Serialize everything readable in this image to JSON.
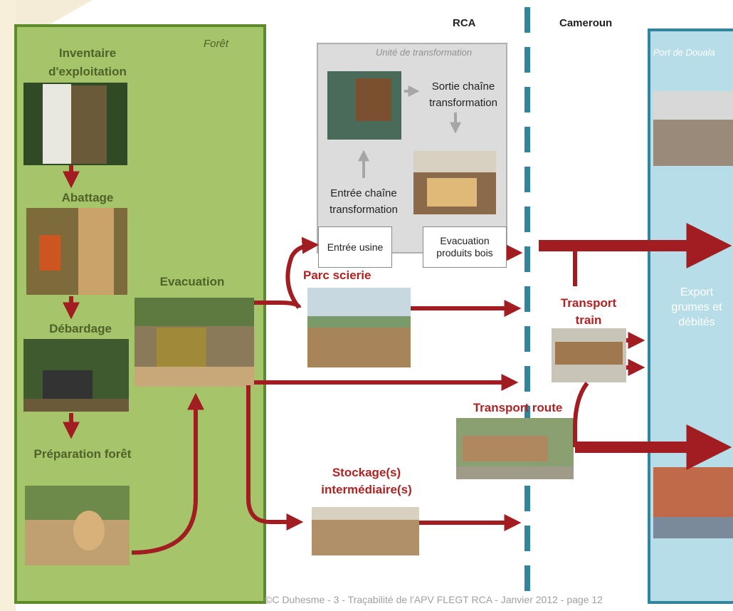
{
  "regions": {
    "foret": "Forêt",
    "transformation_unit": "Unité de transformation",
    "rca": "RCA",
    "cameroun": "Cameroun",
    "port": "Port de Douala"
  },
  "forest_steps": {
    "inventaire": "Inventaire d'exploitation",
    "abattage": "Abattage",
    "debardage": "Débardage",
    "preparation": "Préparation forêt",
    "evacuation": "Evacuation"
  },
  "transformation": {
    "sortie": "Sortie chaîne transformation",
    "entree": "Entrée chaîne transformation",
    "entree_usine": "Entrée usine",
    "evacuation_produits": "Evacuation produits bois"
  },
  "nodes": {
    "parc_scierie": "Parc scierie",
    "stockage": "Stockage(s) intermédiaire(s)",
    "transport_train": "Transport train",
    "transport_route": "Transport route",
    "export": "Export grumes et débités"
  },
  "footer": "©C  Duhesme  -  3 - Traçabilité de l'APV FLEGT RCA  -  Janvier 2012  -  page 12",
  "colors": {
    "forest_green": "#9bbb59",
    "arrow_red": "#a11d21",
    "border_blue": "#31859c",
    "port_blue": "#b7dde8"
  }
}
